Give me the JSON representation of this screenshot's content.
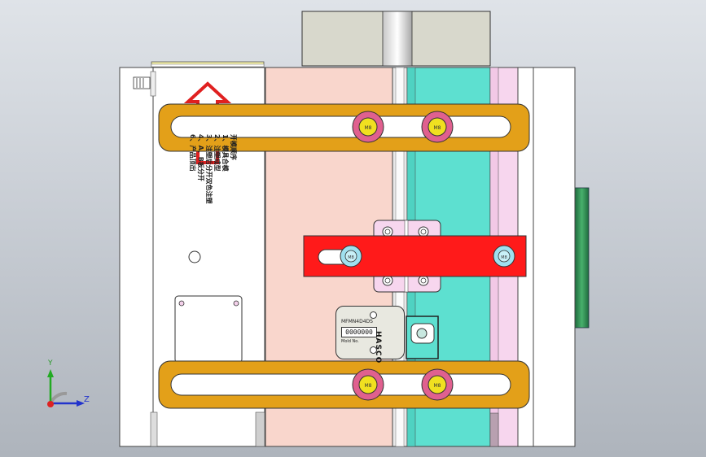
{
  "notes": {
    "steps": [
      "开模顺序",
      "1、模具合模",
      "2、注塑成型",
      "3、注塑后分开双色注塑",
      "4、A、B板分开",
      "6、产品顶出"
    ]
  },
  "hasco_plate": {
    "brand": "HASCO",
    "counter_value": "0000000",
    "top_text": "MFMN4D4DS",
    "bottom_text": "Mold No."
  },
  "axes": {
    "y_label": "Y",
    "z_label": "Z"
  },
  "colors": {
    "background": "#c9ced5",
    "pink_plate": "#f9d6cc",
    "teal_plate": "#5de0d0",
    "light_pink_plate": "#f7d6ee",
    "link_bar": "#e3a019",
    "red_bar": "#ff1a1a",
    "arrow_red": "#e02020",
    "bolt_pink": "#e0608f",
    "bolt_yellow": "#f0e020",
    "bolt_blue": "#9fe0ef",
    "green_ring": "#2e8b57"
  }
}
